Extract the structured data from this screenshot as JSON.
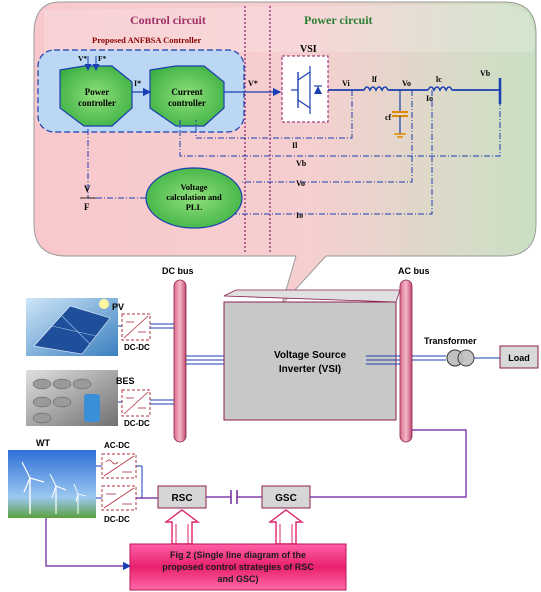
{
  "control": {
    "section_title": "Control circuit",
    "section_title_color": "#a0306a",
    "controller_title": "Proposed ANFBSA Controller",
    "controller_title_color": "#8b0000",
    "input_v": "V*",
    "input_f": "F*",
    "power_controller": "Power controller",
    "current_ref": "I*",
    "current_controller": "Current controller",
    "voltage_ref": "V*",
    "feedback_v": "V",
    "feedback_f": "F",
    "voltage_calc": "Voltage calculation and PLL"
  },
  "power": {
    "section_title": "Power circuit",
    "section_title_color": "#2e7d32",
    "vsi": "VSI",
    "vi": "Vi",
    "lf": "lf",
    "vo": "Vo",
    "lc": "lc",
    "io": "Io",
    "vb": "Vb",
    "cf": "cf",
    "sig_il": "Il",
    "sig_vb": "Vb",
    "sig_vo": "Vo",
    "sig_io": "Io"
  },
  "system": {
    "dc_bus": "DC bus",
    "ac_bus": "AC bus",
    "pv": "PV",
    "pv_conv": "DC-DC",
    "bes": "BES",
    "bes_conv": "DC-DC",
    "wt": "WT",
    "wt_acdc": "AC-DC",
    "wt_dcdc": "DC-DC",
    "vsi_line1": "Voltage Source",
    "vsi_line2": "Inverter (VSI)",
    "transformer": "Transformer",
    "load": "Load",
    "rsc": "RSC",
    "gsc": "GSC",
    "fig_line1": "Fig 2 (Single line diagram of the",
    "fig_line2": "proposed control strategies of RSC",
    "fig_line3": "and GSC)"
  },
  "colors": {
    "signal": "#1a3fb0",
    "power_wire": "#6a1b9a",
    "bus": "#b03060",
    "box_fill": "#c8c8c8"
  }
}
